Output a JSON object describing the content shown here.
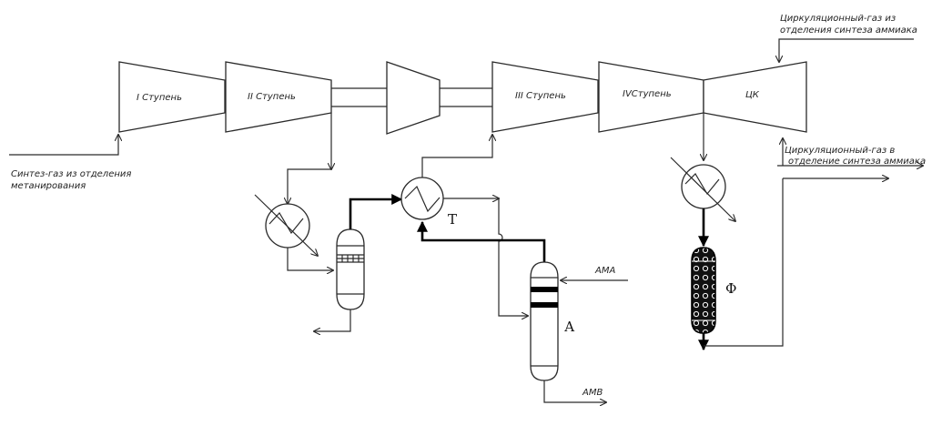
{
  "stages": {
    "stage1": "I Ступень",
    "stage2": "II Ступень",
    "stage3": "III Ступень",
    "stage4": "IVСтупень",
    "ck": "ЦК"
  },
  "streams": {
    "circ_in_line1": "Циркуляционный-газ из",
    "circ_in_line2": "отделения синтеза аммиака",
    "circ_out_line1": "Циркуляционный-газ в",
    "circ_out_line2": "отделение синтеза аммиака",
    "syngas_line1": "Синтез-газ из отделения",
    "syngas_line2": "метанирования",
    "ama": "АМА",
    "amv": "АМВ"
  },
  "equipment": {
    "heat_exchanger": "Т",
    "absorber": "А",
    "filter": "Ф"
  },
  "colors": {
    "line": "#2a2a2a",
    "heavy": "#000000",
    "background": "#ffffff"
  }
}
